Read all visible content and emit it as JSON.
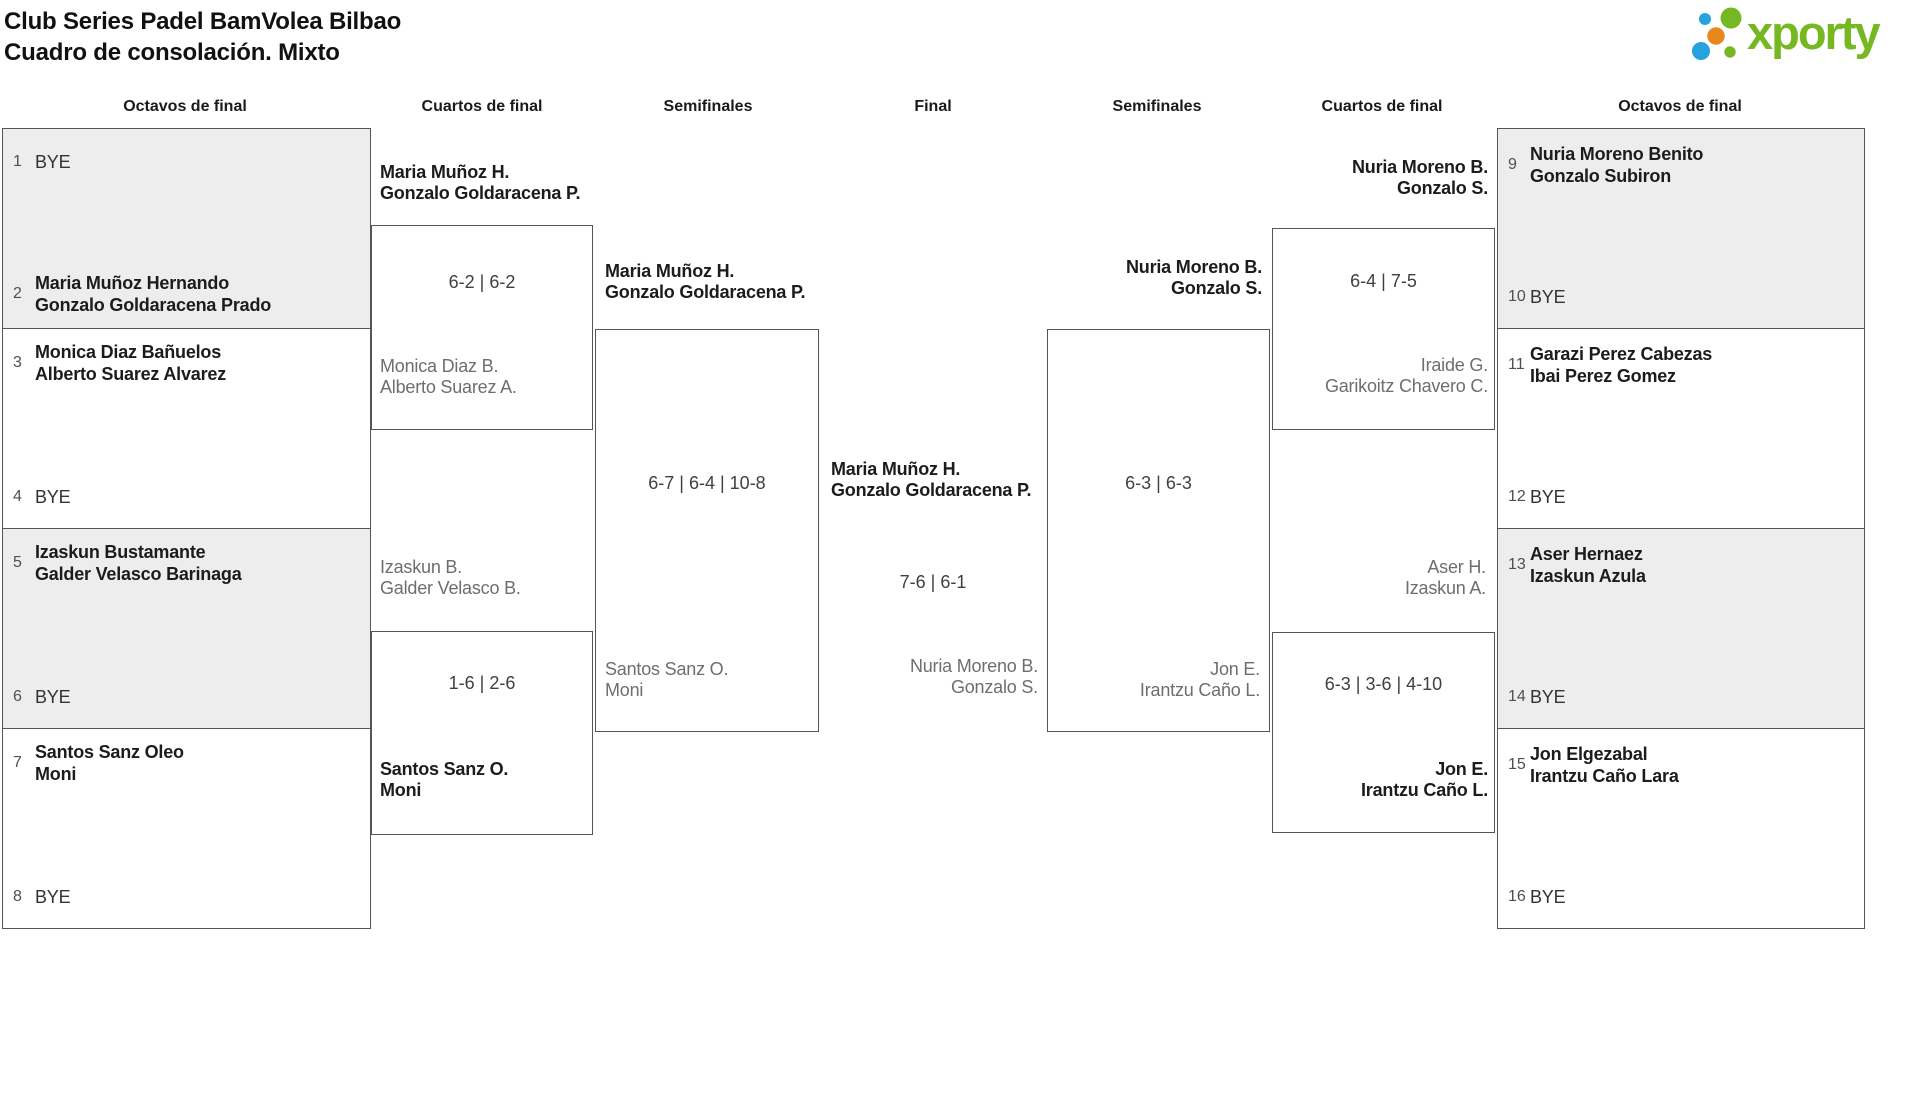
{
  "title": {
    "line1": "Club Series Padel BamVolea Bilbao",
    "line2": "Cuadro de consolación. Mixto"
  },
  "logo": {
    "text": "xporty"
  },
  "round_headers": [
    "Octavos de final",
    "Cuartos de final",
    "Semifinales",
    "Final",
    "Semifinales",
    "Cuartos de final",
    "Octavos de final"
  ],
  "seeds": [
    {
      "num": "1",
      "line1": "BYE"
    },
    {
      "num": "2",
      "line1": "Maria Muñoz Hernando",
      "line2": "Gonzalo Goldaracena Prado"
    },
    {
      "num": "3",
      "line1": "Monica Diaz Bañuelos",
      "line2": "Alberto Suarez Alvarez"
    },
    {
      "num": "4",
      "line1": "BYE"
    },
    {
      "num": "5",
      "line1": "Izaskun Bustamante",
      "line2": "Galder Velasco Barinaga"
    },
    {
      "num": "6",
      "line1": "BYE"
    },
    {
      "num": "7",
      "line1": "Santos Sanz Oleo",
      "line2": "Moni"
    },
    {
      "num": "8",
      "line1": "BYE"
    },
    {
      "num": "9",
      "line1": "Nuria Moreno Benito",
      "line2": "Gonzalo Subiron"
    },
    {
      "num": "10",
      "line1": "BYE"
    },
    {
      "num": "11",
      "line1": "Garazi Perez Cabezas",
      "line2": "Ibai Perez Gomez"
    },
    {
      "num": "12",
      "line1": "BYE"
    },
    {
      "num": "13",
      "line1": "Aser Hernaez",
      "line2": "Izaskun Azula"
    },
    {
      "num": "14",
      "line1": "BYE"
    },
    {
      "num": "15",
      "line1": "Jon Elgezabal",
      "line2": "Irantzu Caño Lara"
    },
    {
      "num": "16",
      "line1": "BYE"
    }
  ],
  "matches": {
    "qf1": {
      "top1": "Maria Muñoz H.",
      "top2": "Gonzalo Goldaracena P.",
      "score": "6-2 | 6-2",
      "bottom1": "Monica Diaz B.",
      "bottom2": "Alberto Suarez A."
    },
    "qf2": {
      "top1": "Izaskun B.",
      "top2": "Galder Velasco B.",
      "score": "1-6 | 2-6",
      "bottom1": "Santos Sanz O.",
      "bottom2": "Moni"
    },
    "sf1": {
      "top1": "Maria Muñoz H.",
      "top2": "Gonzalo Goldaracena P.",
      "score": "6-7 | 6-4 | 10-8",
      "bottom1": "Santos Sanz O.",
      "bottom2": "Moni"
    },
    "final": {
      "top1": "Maria Muñoz H.",
      "top2": "Gonzalo Goldaracena P.",
      "score": "7-6 | 6-1",
      "bottom1": "Nuria Moreno B.",
      "bottom2": "Gonzalo S."
    },
    "sf2": {
      "top1": "Nuria Moreno B.",
      "top2": "Gonzalo S.",
      "score": "6-3 | 6-3",
      "bottom1": "Jon E.",
      "bottom2": "Irantzu Caño L."
    },
    "qf3": {
      "top1": "Nuria Moreno B.",
      "top2": "Gonzalo S.",
      "score": "6-4 | 7-5",
      "bottom1": "Iraide G.",
      "bottom2": "Garikoitz Chavero C."
    },
    "qf4": {
      "top1": "Aser H.",
      "top2": "Izaskun A.",
      "score": "6-3 | 3-6 | 4-10",
      "bottom1": "Jon E.",
      "bottom2": "Irantzu Caño L."
    }
  },
  "colors": {
    "logo_green": "#76b822",
    "logo_blue": "#26a3dc",
    "logo_orange": "#e8871d",
    "bracket_line": "#555555",
    "pair_fill": "#ededed",
    "winner_text": "#1c1c1c",
    "loser_text": "#6e6e6e"
  }
}
